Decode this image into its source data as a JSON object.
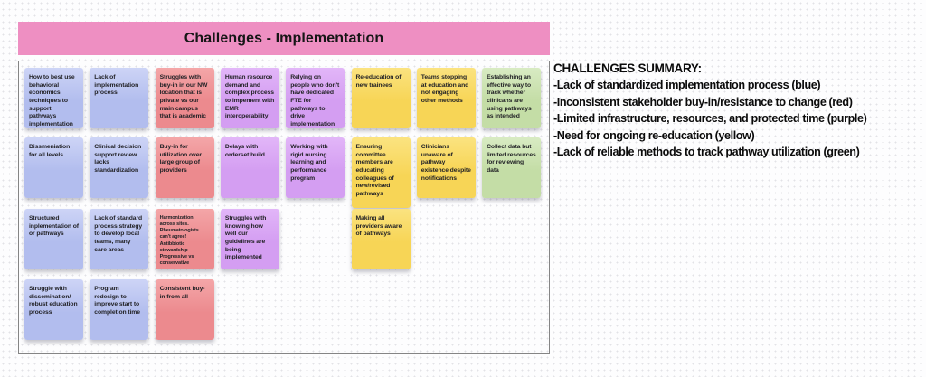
{
  "banner": {
    "title": "Challenges - Implementation",
    "color": "#ee8fc2"
  },
  "summary": {
    "title": "CHALLENGES SUMMARY:",
    "items": [
      "-Lack of standardized implementation process (blue)",
      "-Inconsistent stakeholder buy-in/resistance to change (red)",
      "-Limited infrastructure, resources, and protected time (purple)",
      "-Need for ongoing re-education (yellow)",
      "-Lack of reliable methods to track pathway utilization (green)"
    ]
  },
  "palette": {
    "blue": {
      "light": "#cdd4f6",
      "base": "#b2bdee"
    },
    "red": {
      "light": "#f4a6a8",
      "base": "#ec8a8e"
    },
    "purple": {
      "light": "#e2b6f8",
      "base": "#d49ef2"
    },
    "yellow": {
      "light": "#fbe380",
      "base": "#f7d556"
    },
    "green": {
      "light": "#d8ebc3",
      "base": "#c4dda6"
    }
  },
  "notes": [
    {
      "text": "How to best use behavioral economics techniques to support pathways implementation",
      "color": "blue",
      "col": 1,
      "row": 1
    },
    {
      "text": "Lack of implementation process",
      "color": "blue",
      "col": 2,
      "row": 1
    },
    {
      "text": "Struggles with buy-in in our NW location that is private vs our main campus that is academic",
      "color": "red",
      "col": 3,
      "row": 1
    },
    {
      "text": "Human resource demand and complex process to impement with EMR interoperability",
      "color": "purple",
      "col": 4,
      "row": 1
    },
    {
      "text": "Relying on people who don't have dedicated FTE for pathways to drive implementation in departments",
      "color": "purple",
      "col": 5,
      "row": 1
    },
    {
      "text": "Re-education of new trainees",
      "color": "yellow",
      "col": 6,
      "row": 1
    },
    {
      "text": "Teams stopping at education and not engaging other methods",
      "color": "yellow",
      "col": 7,
      "row": 1
    },
    {
      "text": "Establishing an effective way to track whether clinicans are using pathways as intended",
      "color": "green",
      "col": 8,
      "row": 1
    },
    {
      "text": "Dissmeniation for all levels",
      "color": "blue",
      "col": 1,
      "row": 2
    },
    {
      "text": "Clinical decision support review lacks standardization",
      "color": "blue",
      "col": 2,
      "row": 2
    },
    {
      "text": "Buy-in for utilization over large group of providers",
      "color": "red",
      "col": 3,
      "row": 2
    },
    {
      "text": "Delays with orderset build",
      "color": "purple",
      "col": 4,
      "row": 2
    },
    {
      "text": "Working with rigid nursing learning and performance program",
      "color": "purple",
      "col": 5,
      "row": 2
    },
    {
      "text": "Ensuring committee members are educating colleagues of new/revised pathways",
      "color": "yellow",
      "col": 6,
      "row": 2,
      "h": 78
    },
    {
      "text": "Clinicians unaware of pathway existence despite notifications",
      "color": "yellow",
      "col": 7,
      "row": 2
    },
    {
      "text": "Collect data but limited resources for reviewing data",
      "color": "green",
      "col": 8,
      "row": 2
    },
    {
      "text": "Structured inplementation of or pathways",
      "color": "blue",
      "col": 1,
      "row": 3
    },
    {
      "text": "Lack of standard process strategy to develop local teams, many care areas",
      "color": "blue",
      "col": 2,
      "row": 3
    },
    {
      "text": "Harmonization across sites.\nRheumatologists can't agree!\nAntibbiotic stewardship\nProgressive vs conservative",
      "color": "red",
      "col": 3,
      "row": 3,
      "small": true
    },
    {
      "text": "Struggles with knowing how well our guidelines are being implemented",
      "color": "purple",
      "col": 4,
      "row": 3
    },
    {
      "text": "Making all providers aware of pathways",
      "color": "yellow",
      "col": 6,
      "row": 3
    },
    {
      "text": "Struggle with dissemination/ robust education process",
      "color": "blue",
      "col": 1,
      "row": 4
    },
    {
      "text": "Program redesign to improve start to completion time",
      "color": "blue",
      "col": 2,
      "row": 4
    },
    {
      "text": "Consistent buy-in from all",
      "color": "red",
      "col": 3,
      "row": 4
    }
  ]
}
